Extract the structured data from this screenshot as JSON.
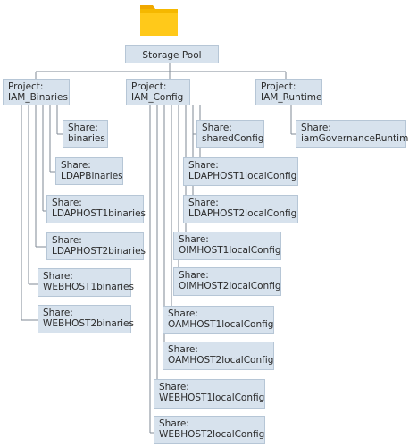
{
  "root": {
    "label": "Storage Pool",
    "icon": "folder-icon"
  },
  "projects": [
    {
      "prefix": "Project:",
      "name": "IAM_Binaries",
      "shares": [
        {
          "prefix": "Share:",
          "name": "binaries"
        },
        {
          "prefix": "Share:",
          "name": "LDAPBinaries"
        },
        {
          "prefix": "Share:",
          "name": "LDAPHOST1binaries"
        },
        {
          "prefix": "Share:",
          "name": "LDAPHOST2binaries"
        },
        {
          "prefix": "Share:",
          "name": "WEBHOST1binaries"
        },
        {
          "prefix": "Share:",
          "name": "WEBHOST2binaries"
        }
      ]
    },
    {
      "prefix": "Project:",
      "name": "IAM_Config",
      "shares": [
        {
          "prefix": "Share:",
          "name": "sharedConfig"
        },
        {
          "prefix": "Share:",
          "name": "LDAPHOST1localConfig"
        },
        {
          "prefix": "Share:",
          "name": "LDAPHOST2localConfig"
        },
        {
          "prefix": "Share:",
          "name": "OIMHOST1localConfig"
        },
        {
          "prefix": "Share:",
          "name": "OIMHOST2localConfig"
        },
        {
          "prefix": "Share:",
          "name": "OAMHOST1localConfig"
        },
        {
          "prefix": "Share:",
          "name": "OAMHOST2localConfig"
        },
        {
          "prefix": "Share:",
          "name": "WEBHOST1localConfig"
        },
        {
          "prefix": "Share:",
          "name": "WEBHOST2localConfig"
        }
      ]
    },
    {
      "prefix": "Project:",
      "name": "IAM_Runtime",
      "shares": [
        {
          "prefix": "Share:",
          "name": "iamGovernanceRuntime"
        }
      ]
    }
  ],
  "colors": {
    "box_fill": "#d7e2ed",
    "box_border": "#b6c6d6",
    "line": "#7f8a96",
    "folder": "#f5b800"
  }
}
